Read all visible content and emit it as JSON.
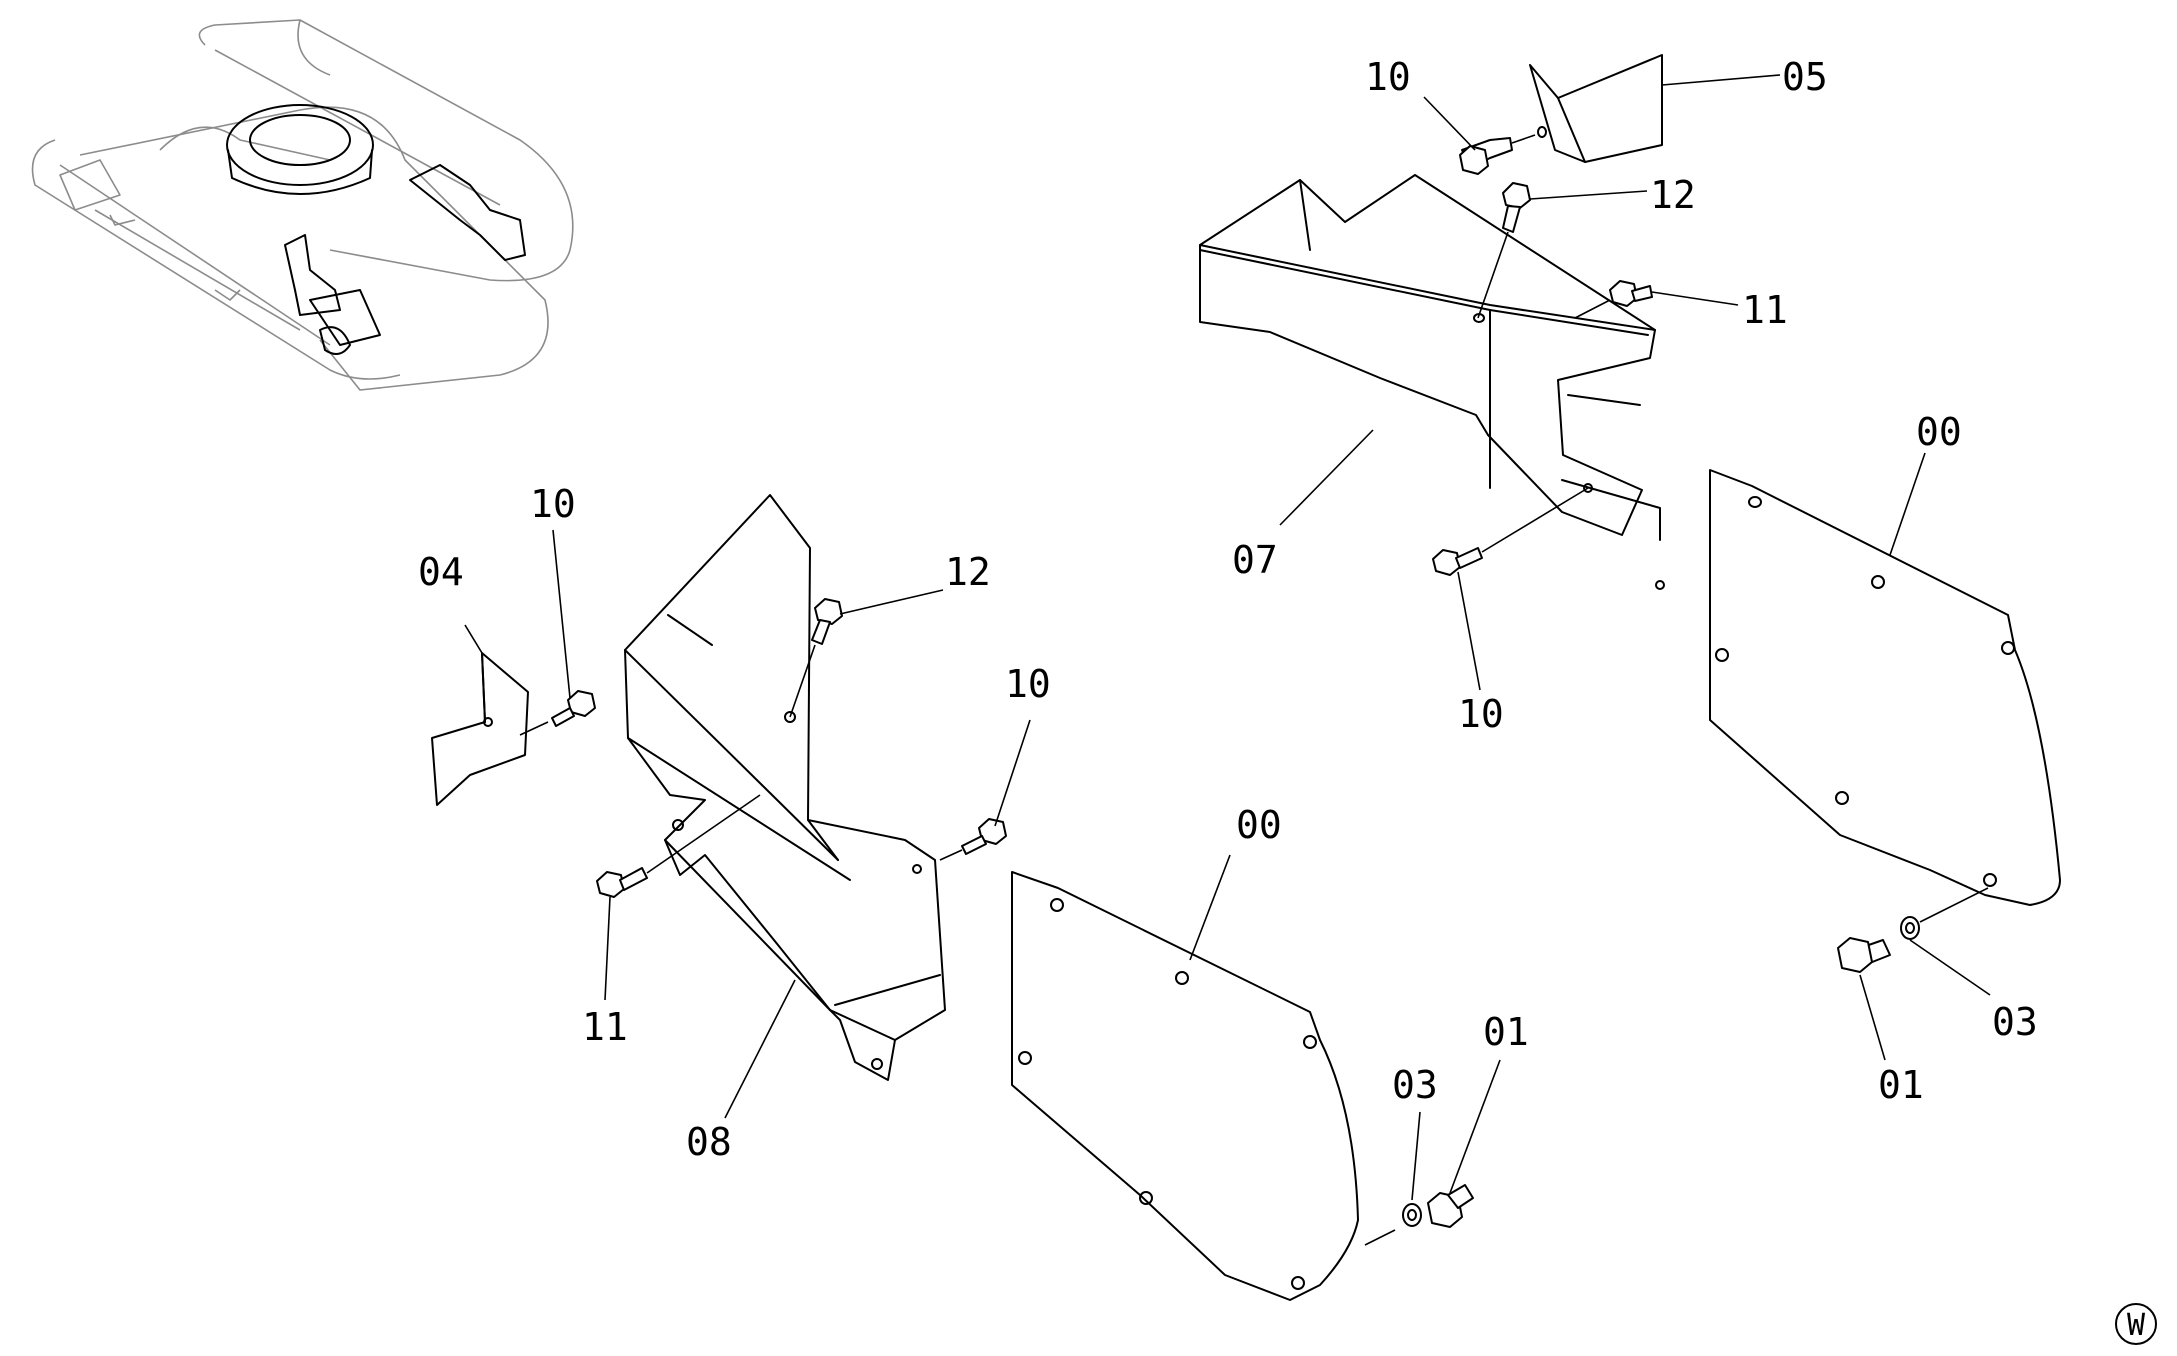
{
  "callouts": {
    "c10_top": "10",
    "c05": "05",
    "c12_top": "12",
    "c11_top": "11",
    "c07": "07",
    "c10_mid": "10",
    "c00_right": "00",
    "c03_right": "03",
    "c01_right": "01",
    "c10_left": "10",
    "c04": "04",
    "c12_left": "12",
    "c10_center": "10",
    "c11_left": "11",
    "c08": "08",
    "c00_center": "00",
    "c03_center": "03",
    "c01_center": "01"
  },
  "corner_badge": "W"
}
